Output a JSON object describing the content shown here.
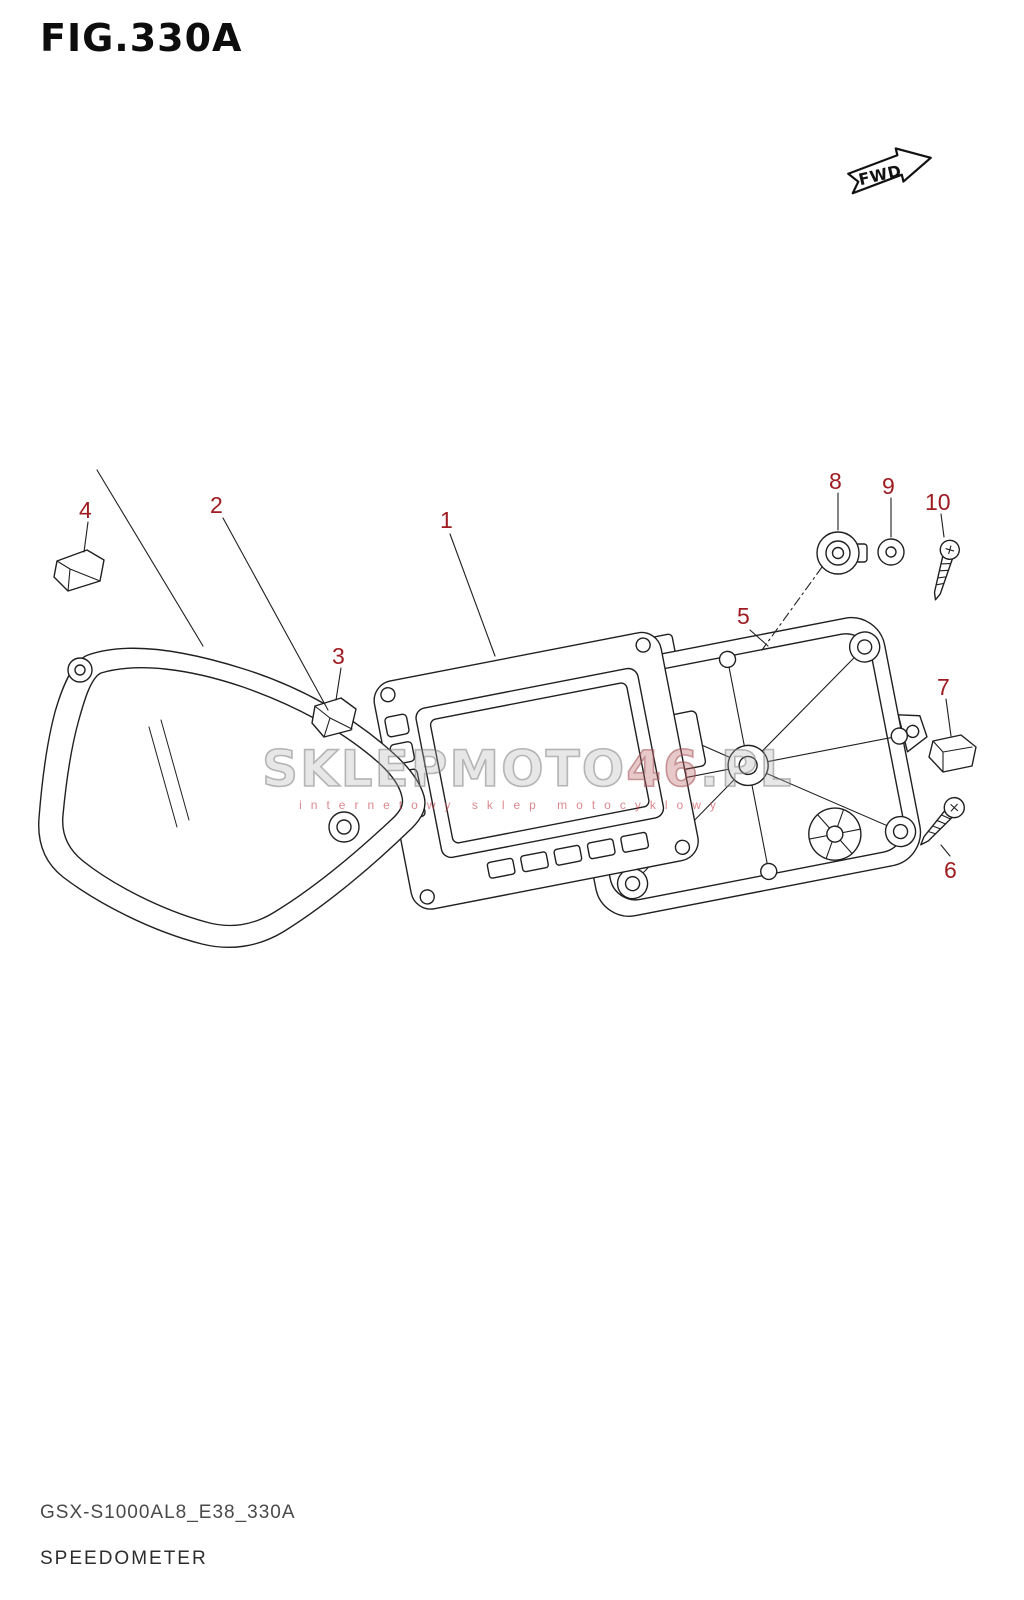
{
  "page": {
    "title": "FIG.330A",
    "fwd_label": "FWD",
    "figure_code": "GSX-S1000AL8_E38_330A",
    "figure_title": "SPEEDOMETER"
  },
  "watermark": {
    "main_left": "SKLEPMOTO",
    "main_accent": "46",
    "main_right": ".PL",
    "subtext": "internetowy sklep motocyklowy"
  },
  "callouts": [
    {
      "number": "1"
    },
    {
      "number": "2"
    },
    {
      "number": "3"
    },
    {
      "number": "4"
    },
    {
      "number": "5"
    },
    {
      "number": "6"
    },
    {
      "number": "7"
    },
    {
      "number": "8"
    },
    {
      "number": "9"
    },
    {
      "number": "10"
    }
  ],
  "colors": {
    "callout_red": "#9e1c21",
    "line_black": "#202020",
    "watermark_gray": "#9a9a9a"
  }
}
